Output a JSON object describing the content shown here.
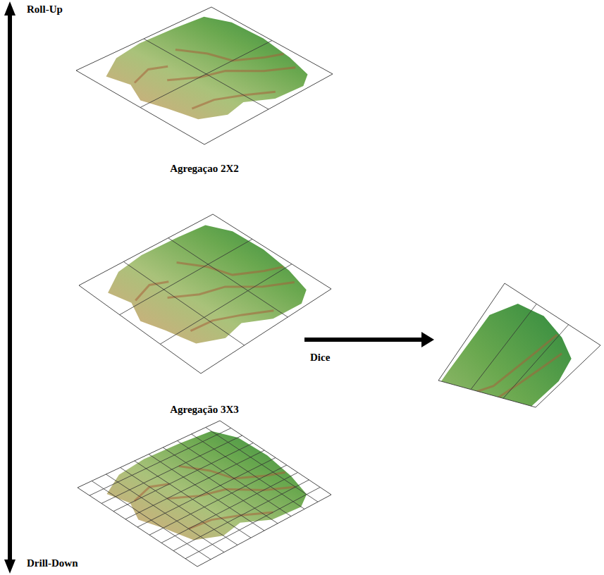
{
  "diagram": {
    "labels": [
      "Roll-Up",
      "Agregaçao 2X2",
      "Agregação 3X3",
      "Dice",
      "Drill-Down"
    ]
  }
}
